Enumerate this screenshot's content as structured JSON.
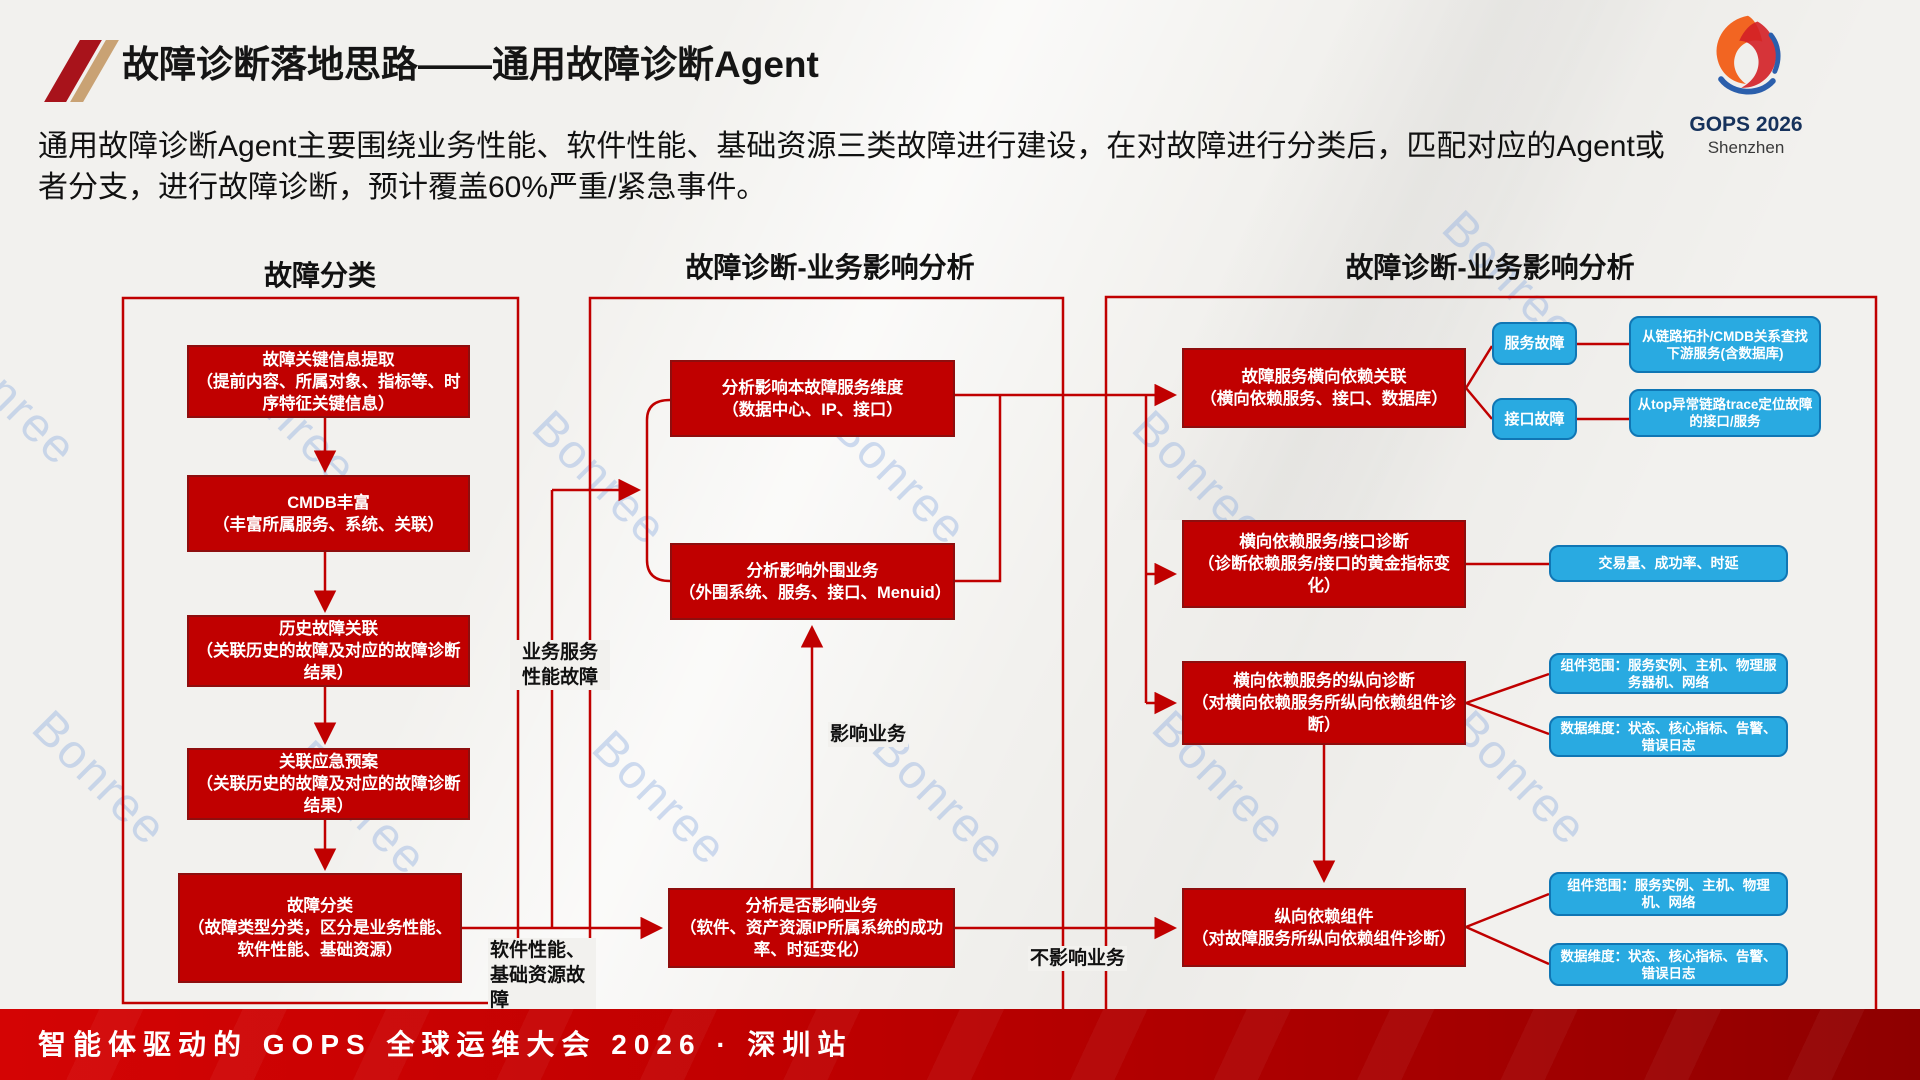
{
  "page": {
    "title": "故障诊断落地思路——通用故障诊断Agent",
    "intro": "通用故障诊断Agent主要围绕业务性能、软件性能、基础资源三类故障进行建设，在对故障进行分类后，匹配对应的Agent或者分支，进行故障诊断，预计覆盖60%严重/紧急事件。",
    "watermark": "Bonree"
  },
  "logo": {
    "name": "GOPS 2026",
    "city": "Shenzhen"
  },
  "footer": {
    "text": "智能体驱动的 GOPS 全球运维大会 2026 · 深圳站"
  },
  "columns": {
    "left": {
      "title": "故障分类",
      "boxes": [
        {
          "title": "故障关键信息提取",
          "desc": "（提前内容、所属对象、指标等、时序特征关键信息）"
        },
        {
          "title": "CMDB丰富",
          "desc": "（丰富所属服务、系统、关联）"
        },
        {
          "title": "历史故障关联",
          "desc": "（关联历史的故障及对应的故障诊断结果）"
        },
        {
          "title": "关联应急预案",
          "desc": "（关联历史的故障及对应的故障诊断结果）"
        },
        {
          "title": "故障分类",
          "desc": "（故障类型分类，区分是业务性能、软件性能、基础资源）"
        }
      ]
    },
    "middle": {
      "title": "故障诊断-业务影响分析",
      "boxes": [
        {
          "title": "分析影响本故障服务维度",
          "desc": "（数据中心、IP、接口）"
        },
        {
          "title": "分析影响外围业务",
          "desc": "（外围系统、服务、接口、Menuid）"
        },
        {
          "title": "分析是否影响业务",
          "desc": "（软件、资产资源IP所属系统的成功率、时延变化）"
        }
      ]
    },
    "right": {
      "title": "故障诊断-业务影响分析",
      "boxes": [
        {
          "title": "故障服务横向依赖关联",
          "desc": "（横向依赖服务、接口、数据库）"
        },
        {
          "title": "横向依赖服务/接口诊断",
          "desc": "（诊断依赖服务/接口的黄金指标变化）"
        },
        {
          "title": "横向依赖服务的纵向诊断",
          "desc": "（对横向依赖服务所纵向依赖组件诊断）"
        },
        {
          "title": "纵向依赖组件",
          "desc": "（对故障服务所纵向依赖组件诊断）"
        }
      ],
      "chips": [
        "服务故障",
        "接口故障",
        "从链路拓扑/CMDB关系查找下游服务(含数据库)",
        "从top异常链路trace定位故障的接口/服务",
        "交易量、成功率、时延",
        "组件范围：服务实例、主机、物理服务器机、网络",
        "数据维度：状态、核心指标、告警、错误日志",
        "组件范围：服务实例、主机、物理机、网络",
        "数据维度：状态、核心指标、告警、错误日志"
      ]
    }
  },
  "labels": {
    "business_perf": "业务服务\n性能故障",
    "software_perf": "软件性能、\n基础资源故\n障",
    "affect": "影响业务",
    "not_affect": "不影响业务"
  },
  "colors": {
    "node_red": "#c00000",
    "node_red_border": "#8e0e0e",
    "chip_blue": "#29aae1",
    "chip_blue_border": "#1076b4",
    "connector": "#c00000",
    "banner_red": "#c00000",
    "logo_navy": "#16325c"
  }
}
